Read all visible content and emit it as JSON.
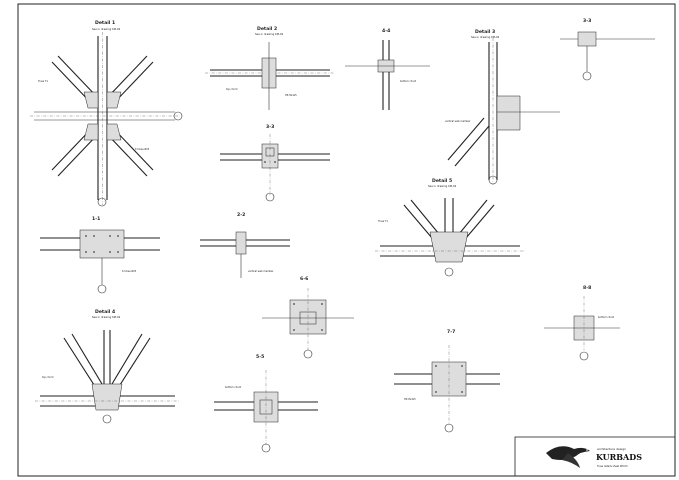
{
  "details": {
    "d1": {
      "title": "Detail 1",
      "note": "See in drawing KM-02"
    },
    "d2": {
      "title": "Detail 2",
      "note": "See in drawing KM-02"
    },
    "d3": {
      "title": "Detail 3",
      "note": "See in drawing KM-02"
    },
    "d4": {
      "title": "Detail 4",
      "note": "See in drawing KM-02"
    },
    "d5": {
      "title": "Detail 5",
      "note": "See in drawing KM-02"
    }
  },
  "sections": {
    "s44": "4-4",
    "s33": "3-3",
    "s11": "1-1",
    "s22": "2-2",
    "s66": "6-6",
    "s77": "7-7",
    "s55": "5-5",
    "s88": "8-8"
  },
  "labels": {
    "bottom_chord": "bottom chord",
    "top_chord": "top chord",
    "vertical_web": "vertical web member",
    "truss_t1": "Truss T1",
    "bolts": "6 holes Ø23",
    "weld": "ПК 8x4x5"
  },
  "title_block": {
    "brand": "KURBADS",
    "tagline": "architecture  design",
    "caption": "Truss details sheet KM-03"
  }
}
